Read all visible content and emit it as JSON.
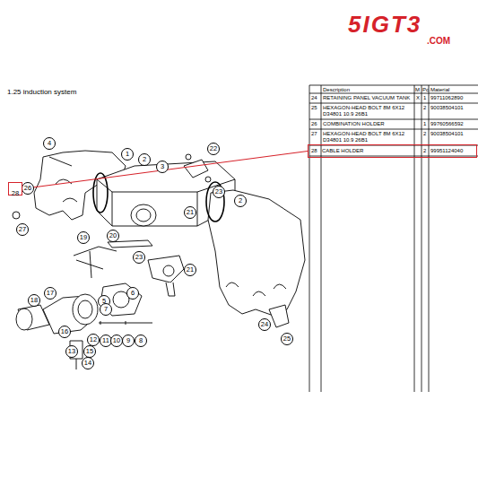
{
  "diagram": {
    "nodes": [
      {
        "text": [
          "28"
        ]
      },
      {
        "text": [
          "28",
          "CABLE HOLDER",
          "2",
          "99951124040"
        ]
      }
    ],
    "edges": [
      {
        "from": 0,
        "to": 1,
        "arrow": "none"
      }
    ],
    "labels": [
      "5IGT3",
      ".COM",
      "1.25 induction system",
      "Description",
      "M",
      "Pc.",
      "Material",
      "24",
      "RETAINING PANEL VACUUM TANK",
      "X",
      "1",
      "99711062890",
      "25",
      "HEXAGON-HEAD BOLT 8M 6X12 D34801 10.9 26B1",
      "2",
      "90038504101",
      "26",
      "COMBINATION HOLDER",
      "1",
      "99760566592",
      "27",
      "HEXAGON-HEAD BOLT 8M 6X12 D34801 10.9 26B1",
      "2",
      "90038504101",
      "4",
      "1",
      "2",
      "3",
      "22",
      "26",
      "23",
      "2",
      "21",
      "27",
      "19",
      "20",
      "23",
      "21",
      "6",
      "5",
      "18",
      "17",
      "7",
      "24",
      "25",
      "16",
      "12",
      "11",
      "10",
      "9",
      "8",
      "13",
      "15",
      "14"
    ]
  }
}
